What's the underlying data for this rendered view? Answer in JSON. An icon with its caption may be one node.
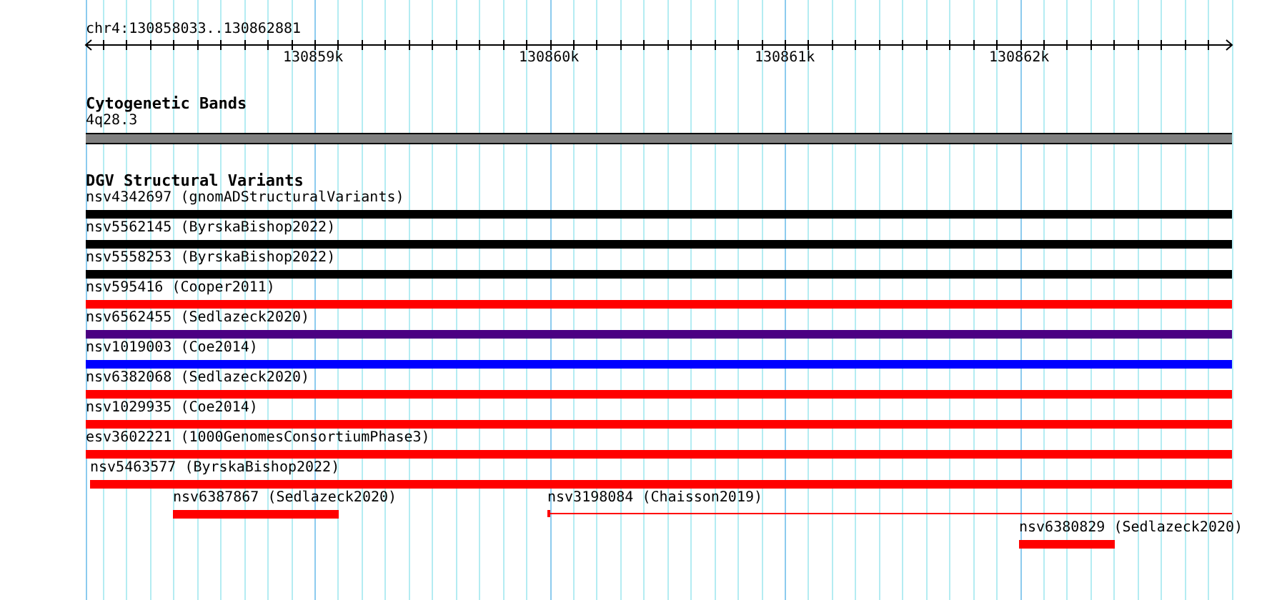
{
  "diagram": {
    "nodes": [
      {
        "text": [
          "4q28.3"
        ]
      },
      {
        "text": [
          "nsv4342697 (gnomADStructuralVariants)"
        ]
      },
      {
        "text": [
          "nsv5562145 (ByrskaBishop2022)"
        ]
      },
      {
        "text": [
          "nsv5558253 (ByrskaBishop2022)"
        ]
      },
      {
        "text": [
          "nsv595416 (Cooper2011)"
        ]
      },
      {
        "text": [
          "nsv6562455 (Sedlazeck2020)"
        ]
      },
      {
        "text": [
          "nsv1019003 (Coe2014)"
        ]
      },
      {
        "text": [
          "nsv6382068 (Sedlazeck2020)"
        ]
      },
      {
        "text": [
          "nsv1029935 (Coe2014)"
        ]
      },
      {
        "text": [
          "esv3602221 (1000GenomesConsortiumPhase3)"
        ]
      },
      {
        "text": [
          "nsv5463577 (ByrskaBishop2022)"
        ]
      },
      {
        "text": [
          "nsv6387867 (Sedlazeck2020)"
        ]
      },
      {
        "text": [
          "nsv3198084 (Chaisson2019)"
        ]
      },
      {
        "text": [
          "nsv6380829 (Sedlazeck2020)"
        ]
      }
    ],
    "labels": [
      "chr4:130858033..130862881",
      "130859k",
      "130860k",
      "130861k",
      "130862k",
      "Cytogenetic Bands",
      "DGV Structural Variants"
    ]
  }
}
